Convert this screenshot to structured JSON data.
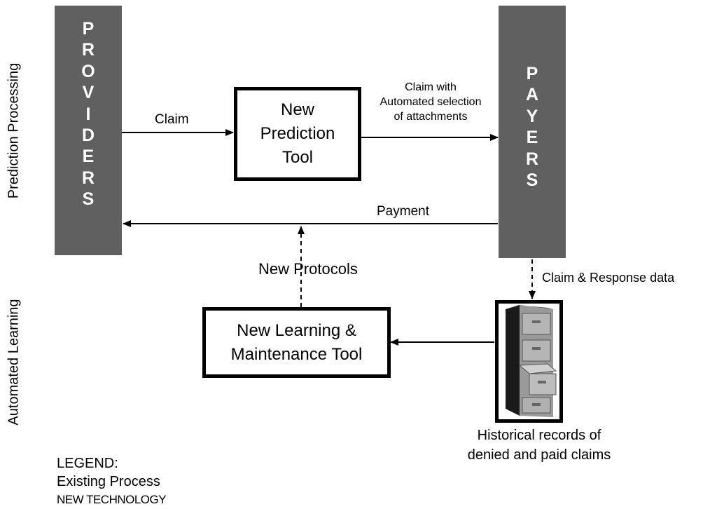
{
  "side_labels": {
    "top": "Prediction Processing",
    "bottom": "Automated Learning"
  },
  "providers": {
    "letters": [
      "P",
      "R",
      "O",
      "V",
      "I",
      "D",
      "E",
      "R",
      "S"
    ]
  },
  "payers": {
    "letters": [
      "P",
      "A",
      "Y",
      "E",
      "R",
      "S"
    ]
  },
  "prediction_tool": {
    "lines": [
      "New",
      "Prediction",
      "Tool"
    ]
  },
  "learning_tool": {
    "lines": [
      "New Learning &",
      "Maintenance Tool"
    ]
  },
  "edges": {
    "claim": "Claim",
    "claim_with": [
      "Claim with",
      "Automated selection",
      "of attachments"
    ],
    "payment": "Payment",
    "new_protocols": "New Protocols",
    "claim_response": "Claim & Response data"
  },
  "records": {
    "lines": [
      "Historical records of",
      "denied and paid claims"
    ]
  },
  "legend": {
    "title": "LEGEND:",
    "existing": "Existing Process",
    "new_tech": "NEW TECHNOLOGY"
  },
  "colors": {
    "bar": "#606060",
    "line": "#000000"
  }
}
